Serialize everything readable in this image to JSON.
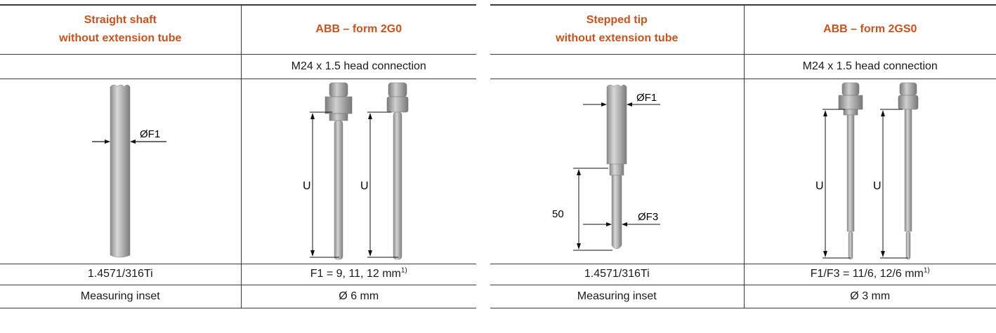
{
  "left": {
    "header_col1": {
      "line1": "Straight shaft",
      "line2": "without extension tube"
    },
    "header_col2": "ABB – form 2G0",
    "sub_col2": "M24 x 1.5 head connection",
    "fig_labels": {
      "diameter": "ØF1",
      "length_a": "U",
      "length_b": "U"
    },
    "material": "1.4571/316Ti",
    "spec": {
      "text": "F1 = 9, 11, 12 mm",
      "note": "1)"
    },
    "inset_label": "Measuring inset",
    "inset_value": "Ø 6 mm"
  },
  "right": {
    "header_col1": {
      "line1": "Stepped tip",
      "line2": "without extension tube"
    },
    "header_col2": "ABB – form 2GS0",
    "sub_col2": "M24 x 1.5 head connection",
    "fig_labels": {
      "diameter_top": "ØF1",
      "diameter_tip": "ØF3",
      "step_length": "50",
      "length_a": "U",
      "length_b": "U"
    },
    "material": "1.4571/316Ti",
    "spec": {
      "text": "F1/F3 = 11/6, 12/6 mm",
      "note": "1)"
    },
    "inset_label": "Measuring inset",
    "inset_value": "Ø 3 mm"
  },
  "colors": {
    "header_text": "#c8531e",
    "rule": "#3a3a3a",
    "metal": "#9c9c9c"
  }
}
